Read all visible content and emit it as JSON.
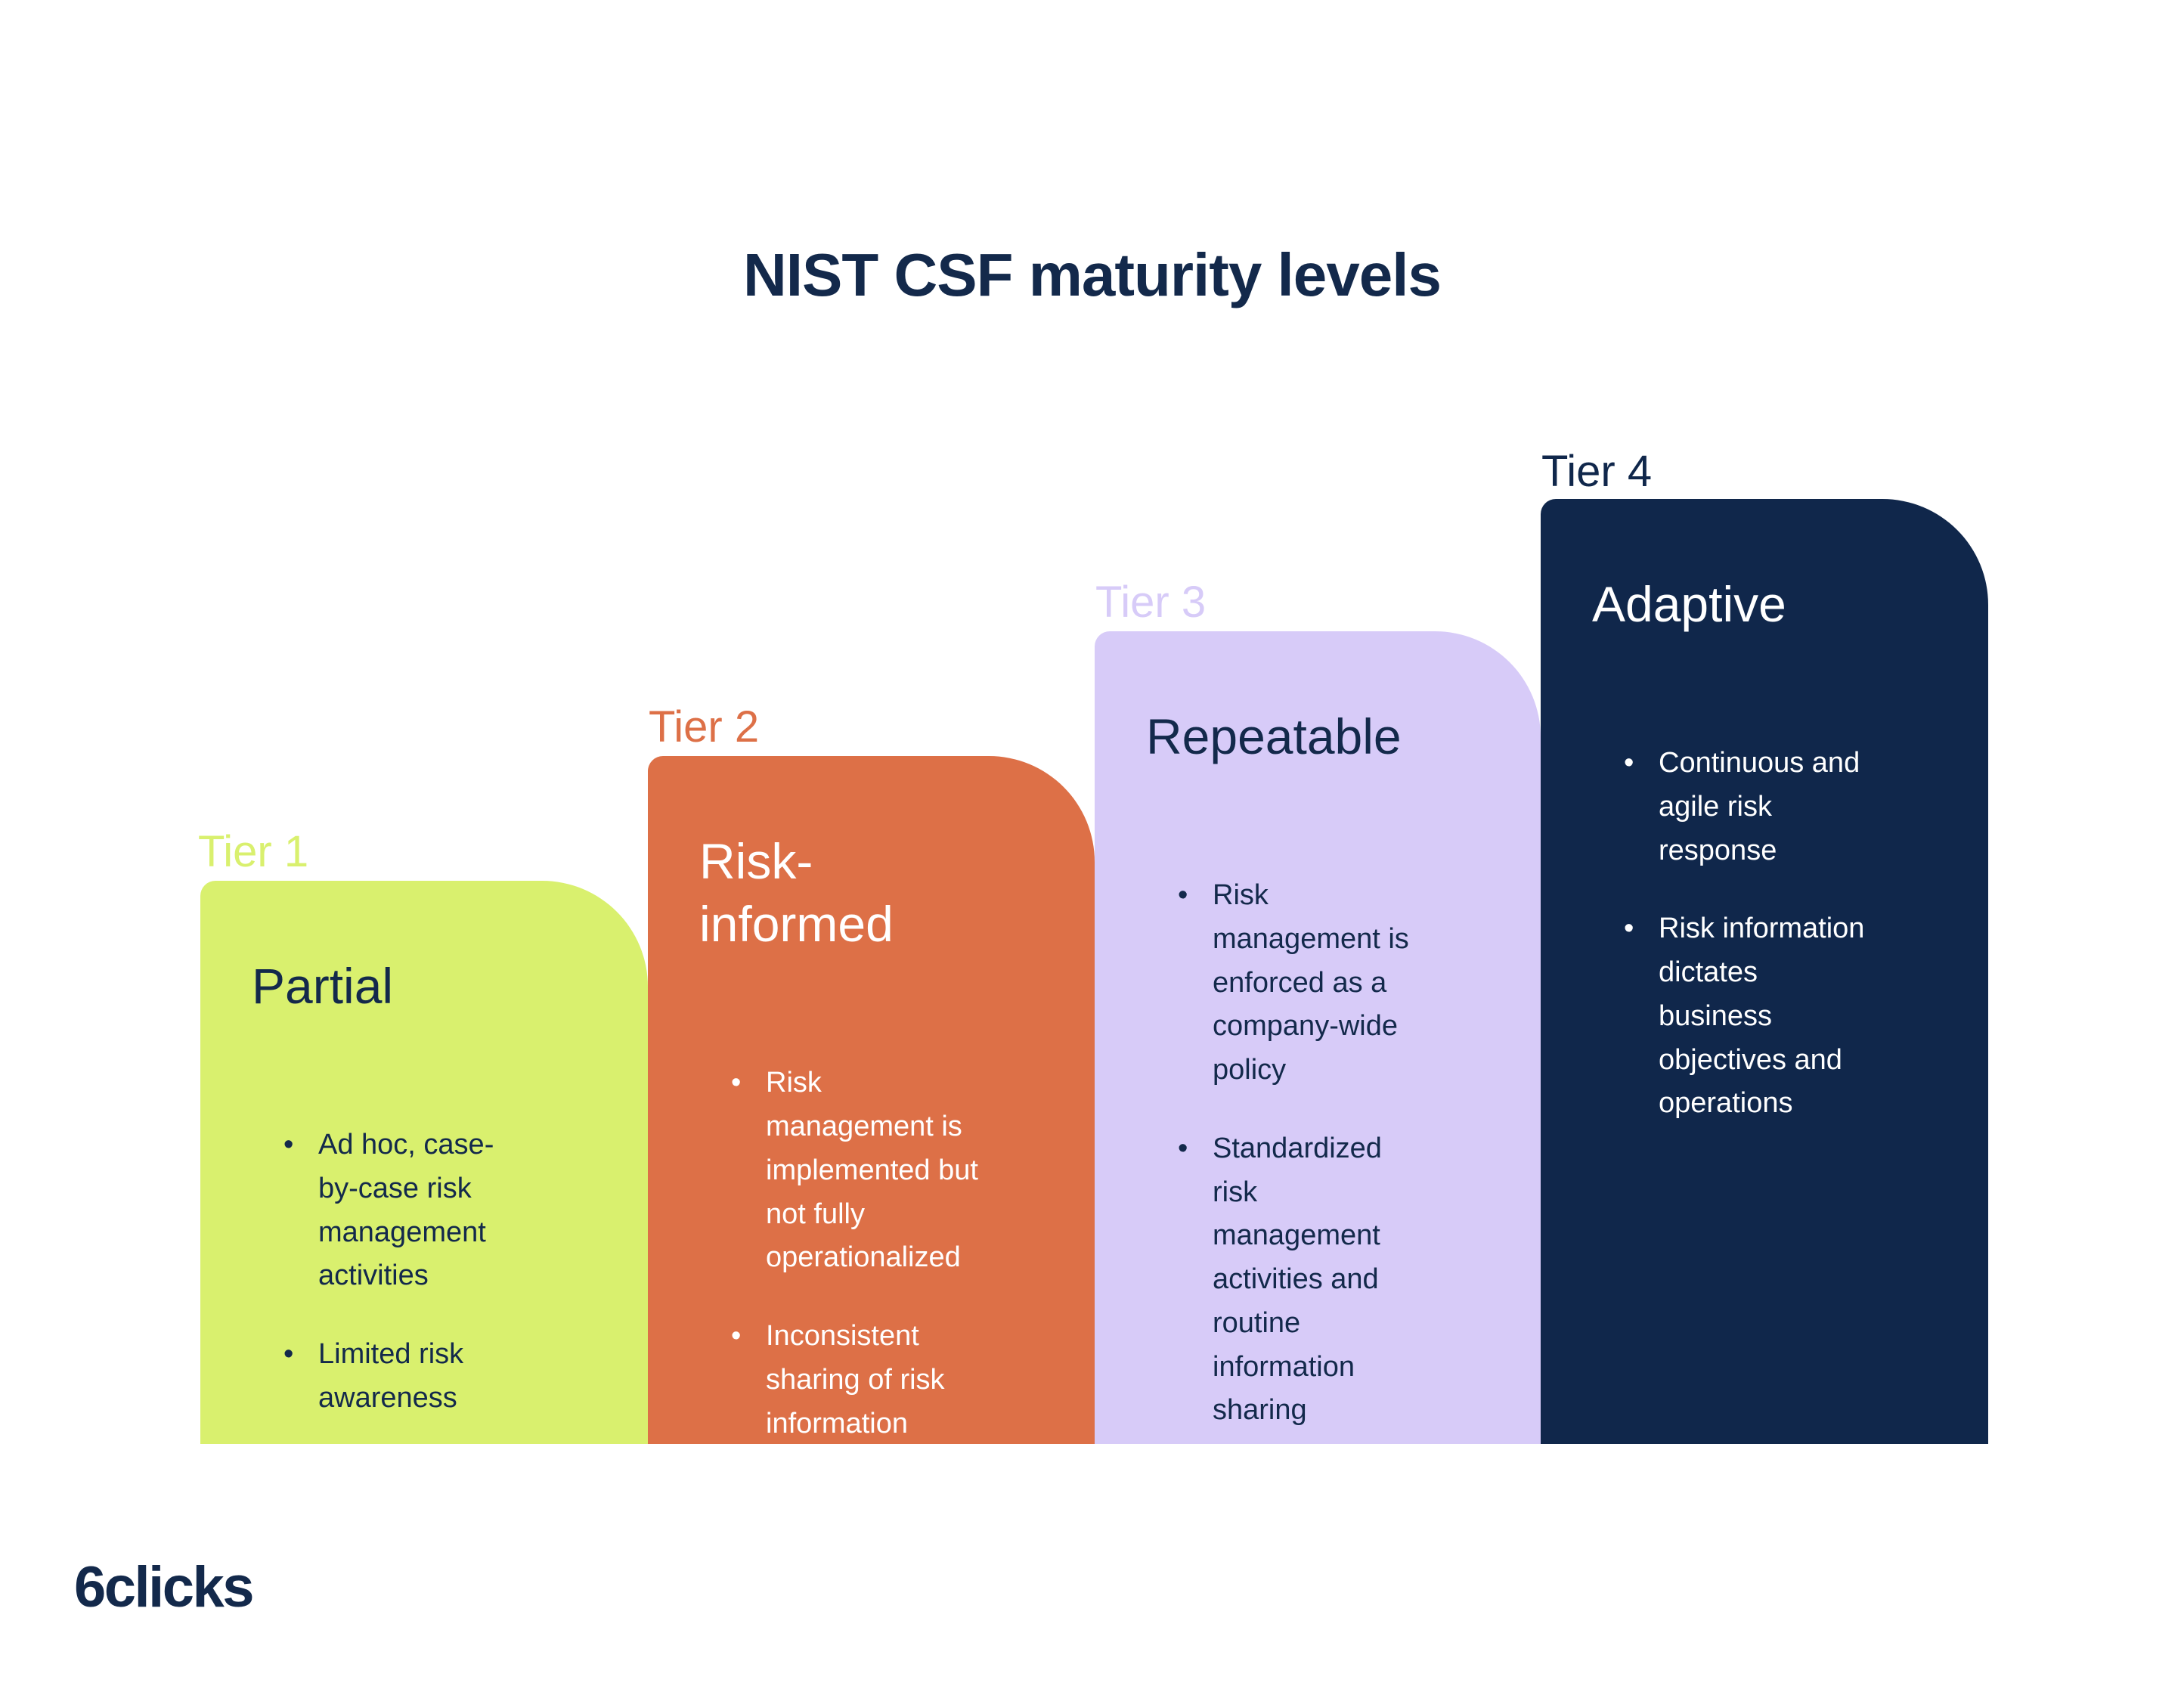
{
  "title": "NIST CSF maturity levels",
  "brand": {
    "logo_text": "6clicks"
  },
  "colors": {
    "background": "#ffffff",
    "title_text": "#13294b",
    "green": "#d9f06e",
    "orange": "#dd7047",
    "purple": "#d7cbf8",
    "navy": "#10274b",
    "white_text": "#ffffff"
  },
  "tiers": [
    {
      "label": "Tier 1",
      "name": "Partial",
      "color": "#d9f06e",
      "label_color": "#d9f06e",
      "text_color": "#13294b",
      "bullets": [
        "Ad hoc, case-by-case risk management activities",
        "Limited risk awareness"
      ]
    },
    {
      "label": "Tier 2",
      "name": "Risk-informed",
      "color": "#dd7047",
      "label_color": "#dd7047",
      "text_color": "#ffffff",
      "bullets": [
        "Risk management is implemented but not fully operationalized",
        "Inconsistent sharing of risk information"
      ]
    },
    {
      "label": "Tier 3",
      "name": "Repeatable",
      "color": "#d7cbf8",
      "label_color": "#d7cbf8",
      "text_color": "#13294b",
      "bullets": [
        "Risk management is enforced as a company-wide policy",
        "Standardized risk management activities and routine information sharing"
      ]
    },
    {
      "label": "Tier 4",
      "name": "Adaptive",
      "color": "#10274b",
      "label_color": "#10274b",
      "text_color": "#ffffff",
      "bullets": [
        "Continuous and agile risk response",
        "Risk information dictates business objectives and operations"
      ]
    }
  ]
}
